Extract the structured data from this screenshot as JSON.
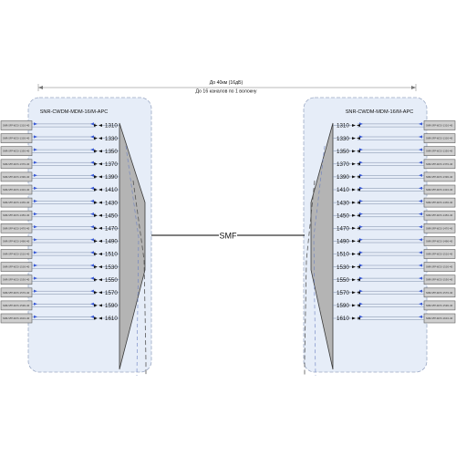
{
  "header": {
    "distance_label": "До 40км (16дБ)",
    "channels_label": "До 16 каналов по 1 волокну"
  },
  "link_label": "SMF",
  "left_mux": {
    "title": "SNR-CWDM-MDM-16/M-APC"
  },
  "right_mux": {
    "title": "SNR-CWDM-MDM-16/M-APC"
  },
  "wavelengths": [
    "1310",
    "1330",
    "1350",
    "1370",
    "1390",
    "1410",
    "1430",
    "1450",
    "1470",
    "1490",
    "1510",
    "1530",
    "1550",
    "1570",
    "1590",
    "1610"
  ],
  "left_modules": [
    "SNR-SFP-W23-1310-40",
    "SNR-SFP-W23-1330-40",
    "SNR-SFP-W23-1350-40",
    "SNR-SFP-W23-1370-40",
    "SNR-SFP-W23-1390-40",
    "SNR-SFP-W23-1410-40",
    "SNR-SFP-W23-1430-40",
    "SNR-SFP-W23-1450-40",
    "SNR-SFP-W23-1470-40",
    "SNR-SFP-W23-1490-40",
    "SNR-SFP-W23-1510-40",
    "SNR-SFP-W23-1530-40",
    "SNR-SFP-W23-1550-40",
    "SNR-SFP-W23-1570-40",
    "SNR-SFP-W23-1590-40",
    "SNR-SFP-W23-1610-40"
  ],
  "right_modules": [
    "SNR-SFP-W23-1310-40",
    "SNR-SFP-W23-1330-40",
    "SNR-SFP-W23-1350-40",
    "SNR-SFP-W23-1370-40",
    "SNR-SFP-W23-1390-40",
    "SNR-SFP-W23-1410-40",
    "SNR-SFP-W23-1430-40",
    "SNR-SFP-W23-1450-40",
    "SNR-SFP-W23-1470-40",
    "SNR-SFP-W23-1490-40",
    "SNR-SFP-W23-1510-40",
    "SNR-SFP-W23-1530-40",
    "SNR-SFP-W23-1550-40",
    "SNR-SFP-W23-1570-40",
    "SNR-SFP-W23-1590-40",
    "SNR-SFP-W23-1610-40"
  ],
  "colors": {
    "panel": "#e6edf8",
    "mux": "#b4b4b4",
    "connector": "#3b5bd6",
    "module": "#cfcfcf"
  }
}
